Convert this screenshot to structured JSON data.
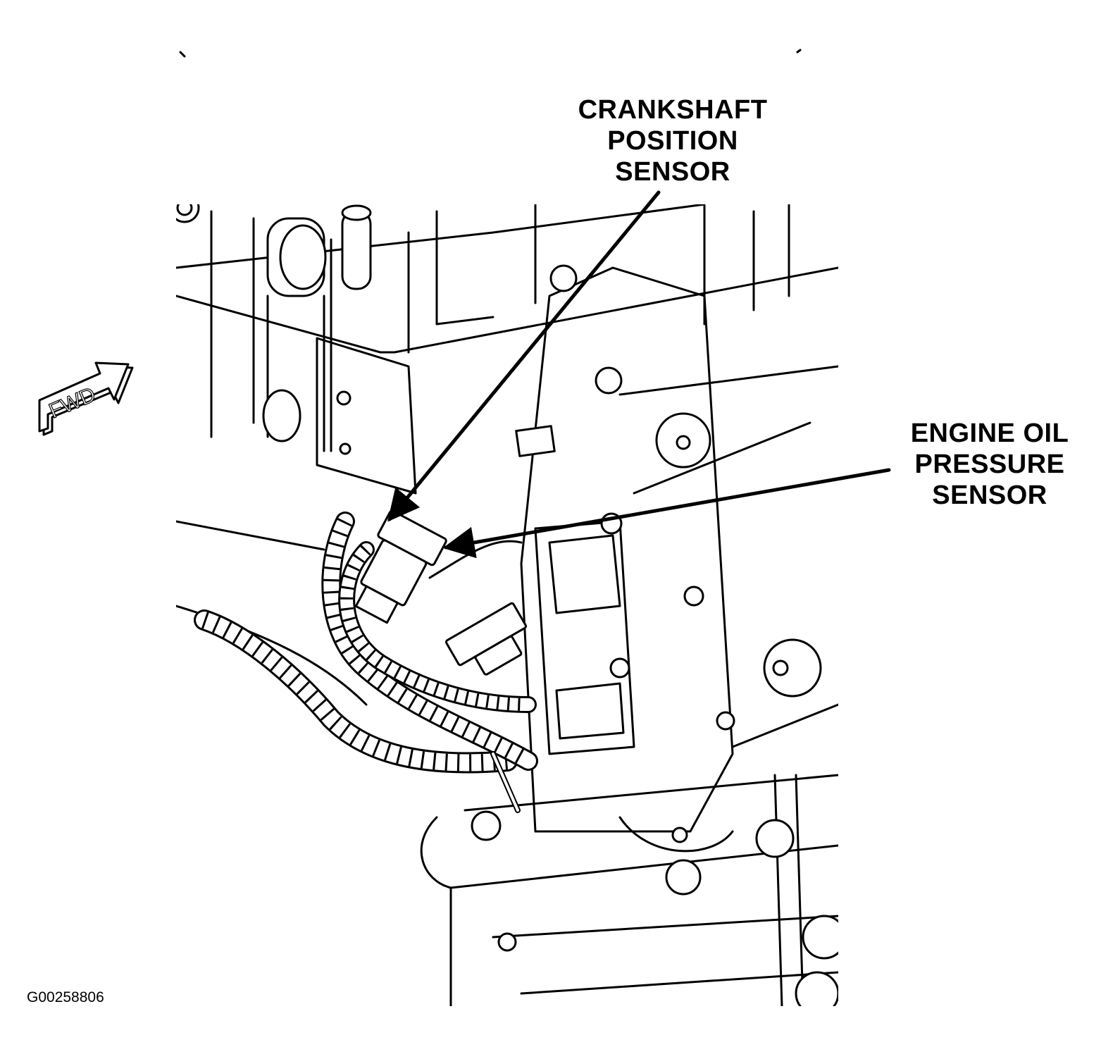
{
  "callouts": {
    "crankshaft_sensor": [
      "CRANKSHAFT",
      "POSITION",
      "SENSOR"
    ],
    "oil_pressure_sensor": [
      "ENGINE OIL",
      "PRESSURE",
      "SENSOR"
    ]
  },
  "fwd_arrow": {
    "text": "FWD"
  },
  "figure_id": "G00258806"
}
